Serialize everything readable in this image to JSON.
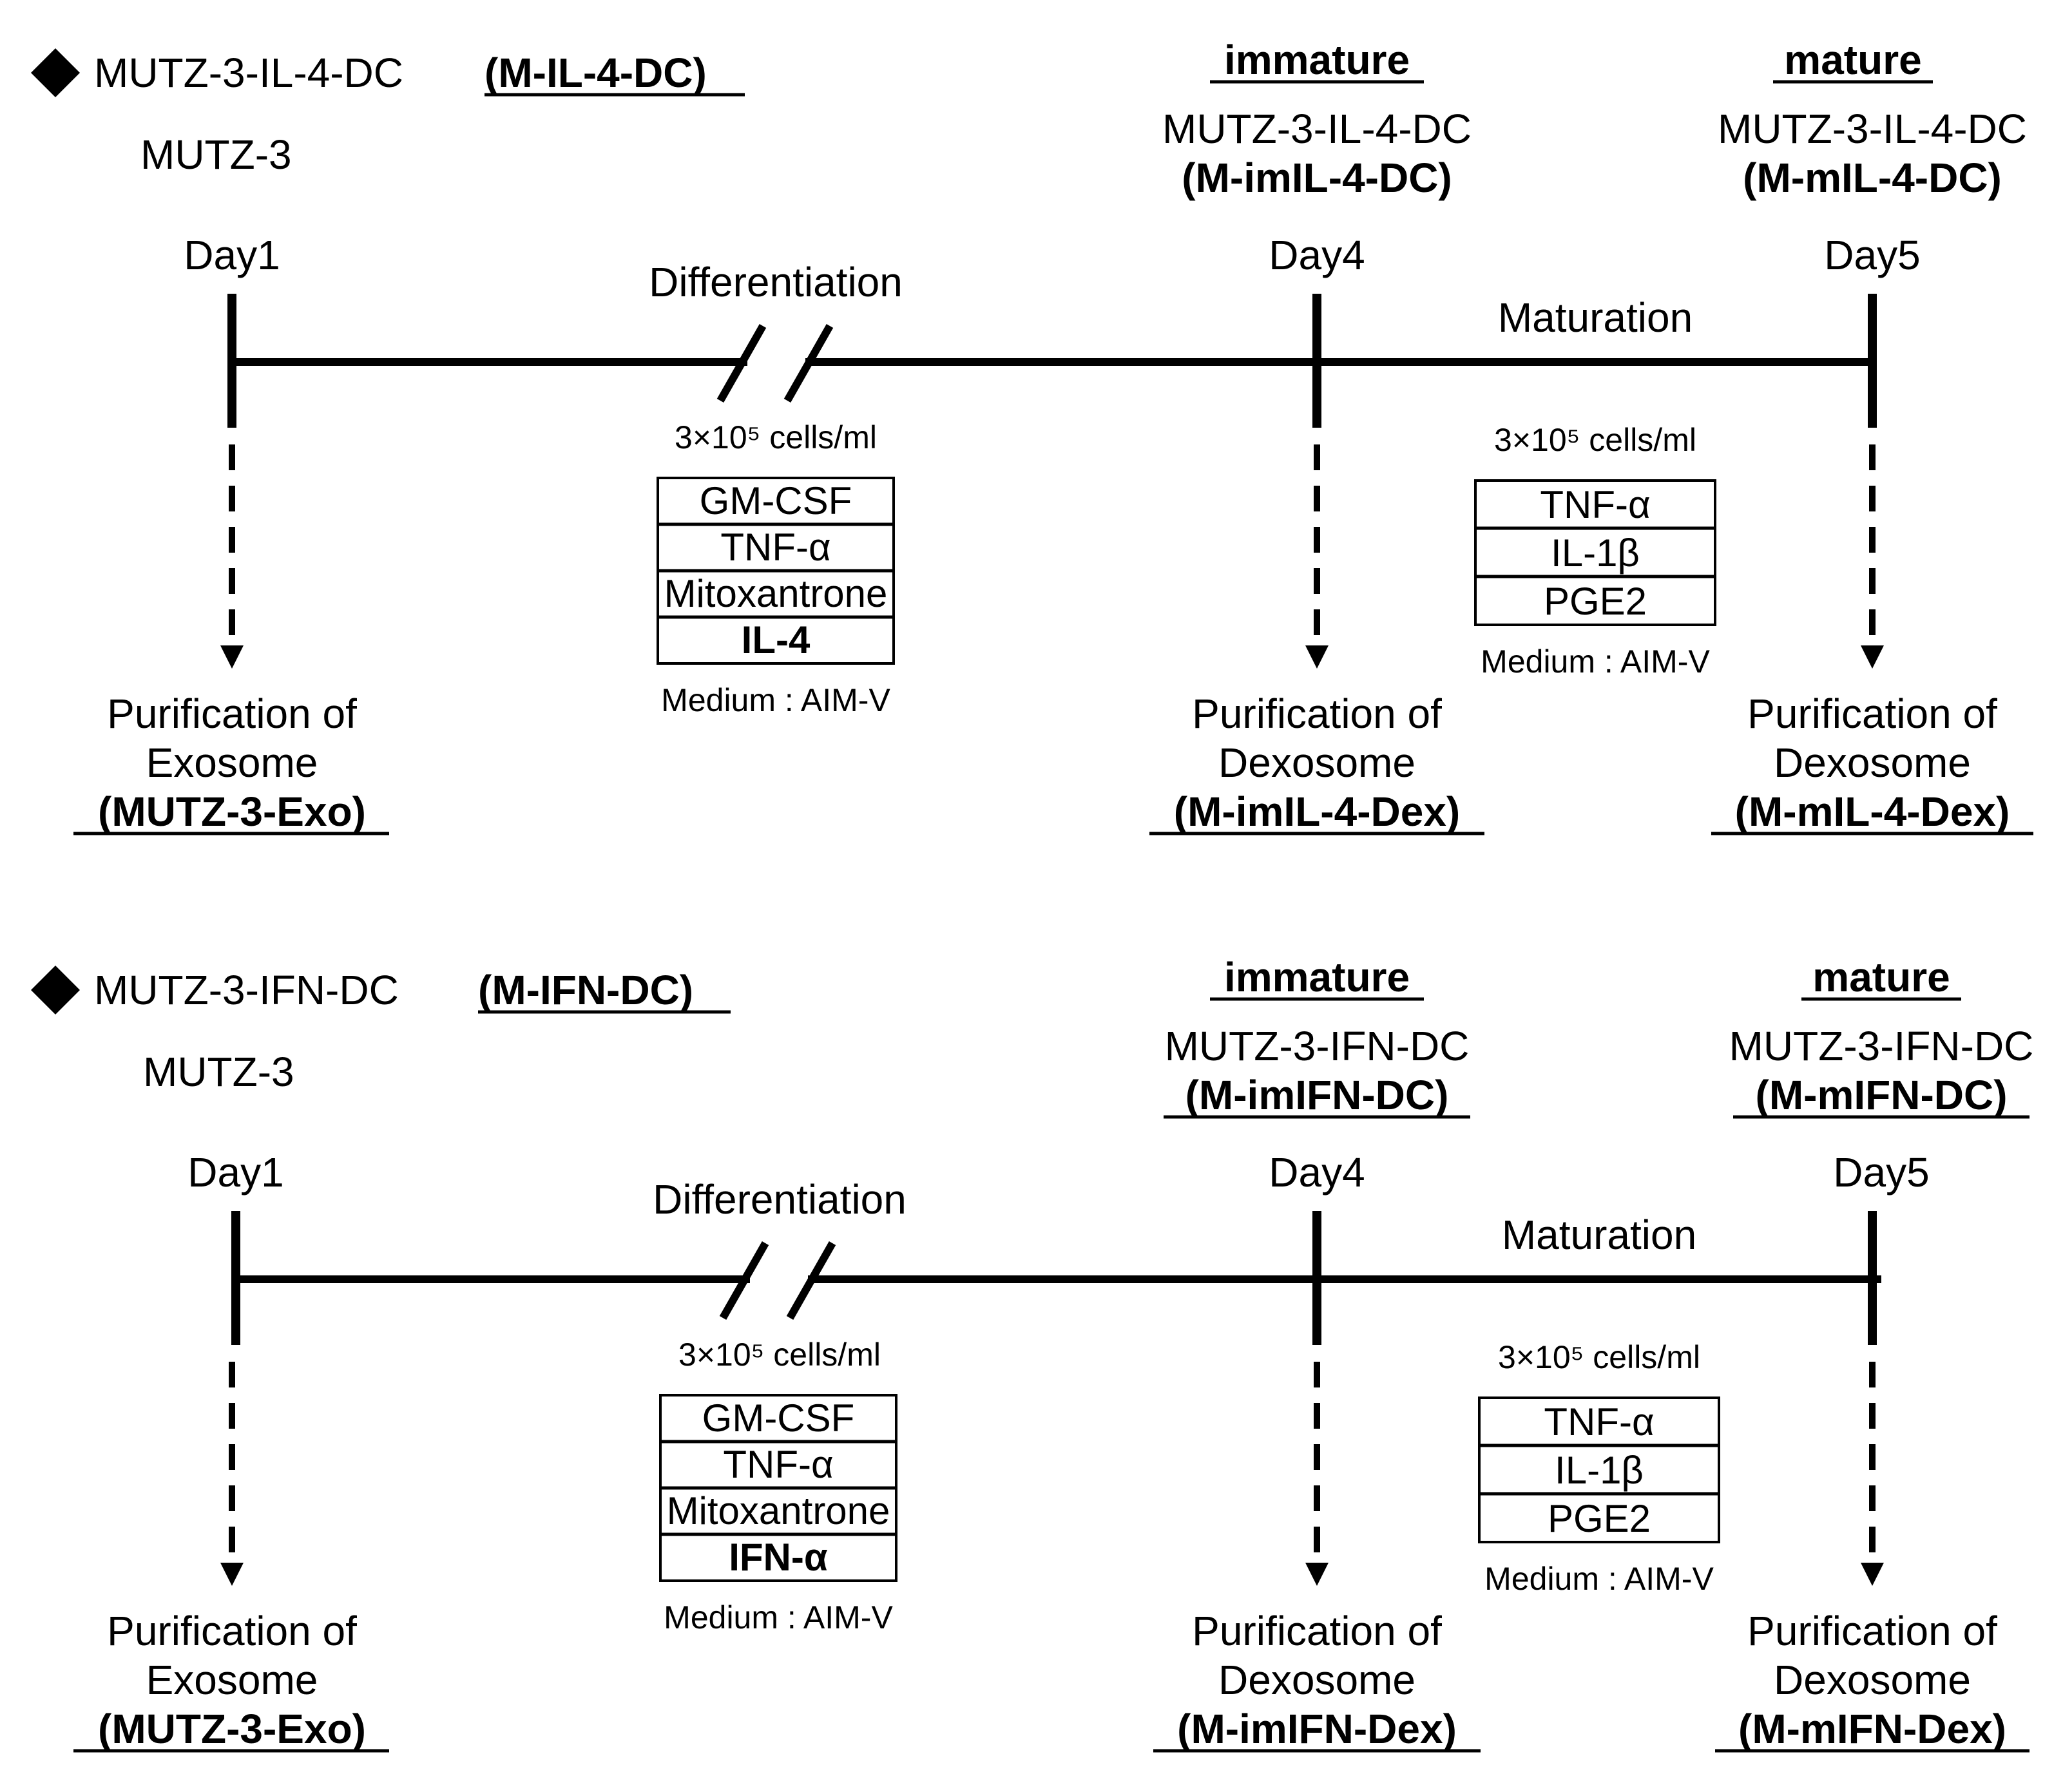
{
  "panels": [
    {
      "heading": "MUTZ-3-IL-4-DC",
      "heading_abbr": "(M-IL-4-DC)",
      "start_cell": "MUTZ-3",
      "day_start": "Day1",
      "day_mid": "Day4",
      "day_end": "Day5",
      "phase1": "Differentiation",
      "phase2": "Maturation",
      "stage_immature": "immature",
      "stage_mature": "mature",
      "immature_name": "MUTZ-3-IL-4-DC",
      "immature_abbr": "(M-imIL-4-DC)",
      "mature_name": "MUTZ-3-IL-4-DC",
      "mature_abbr": "(M-mIL-4-DC)",
      "diff_density": "3×10⁵ cells/ml",
      "diff_factors": [
        "GM-CSF",
        "TNF-α",
        "Mitoxantrone",
        "IL-4"
      ],
      "diff_medium": "Medium : AIM-V",
      "mat_density": "3×10⁵ cells/ml",
      "mat_factors": [
        "TNF-α",
        "IL-1β",
        "PGE2"
      ],
      "mat_medium": "Medium : AIM-V",
      "purif1_line1": "Purification of",
      "purif1_line2": "Exosome",
      "purif1_abbr": "(MUTZ-3-Exo)",
      "purif2_line1": "Purification of",
      "purif2_line2": "Dexosome",
      "purif2_abbr": "(M-imIL-4-Dex)",
      "purif3_line1": "Purification of",
      "purif3_line2": "Dexosome",
      "purif3_abbr": "(M-mIL-4-Dex)"
    },
    {
      "heading": "MUTZ-3-IFN-DC",
      "heading_abbr": "(M-IFN-DC)",
      "start_cell": "MUTZ-3",
      "day_start": "Day1",
      "day_mid": "Day4",
      "day_end": "Day5",
      "phase1": "Differentiation",
      "phase2": "Maturation",
      "stage_immature": "immature",
      "stage_mature": "mature",
      "immature_name": "MUTZ-3-IFN-DC",
      "immature_abbr": "(M-imIFN-DC)",
      "mature_name": "MUTZ-3-IFN-DC",
      "mature_abbr": "(M-mIFN-DC)",
      "diff_density": "3×10⁵ cells/ml",
      "diff_factors": [
        "GM-CSF",
        "TNF-α",
        "Mitoxantrone",
        "IFN-α"
      ],
      "diff_medium": "Medium : AIM-V",
      "mat_density": "3×10⁵ cells/ml",
      "mat_factors": [
        "TNF-α",
        "IL-1β",
        "PGE2"
      ],
      "mat_medium": "Medium : AIM-V",
      "purif1_line1": "Purification of",
      "purif1_line2": "Exosome",
      "purif1_abbr": "(MUTZ-3-Exo)",
      "purif2_line1": "Purification of",
      "purif2_line2": "Dexosome",
      "purif2_abbr": "(M-imIFN-Dex)",
      "purif3_line1": "Purification of",
      "purif3_line2": "Dexosome",
      "purif3_abbr": "(M-mIFN-Dex)"
    }
  ]
}
